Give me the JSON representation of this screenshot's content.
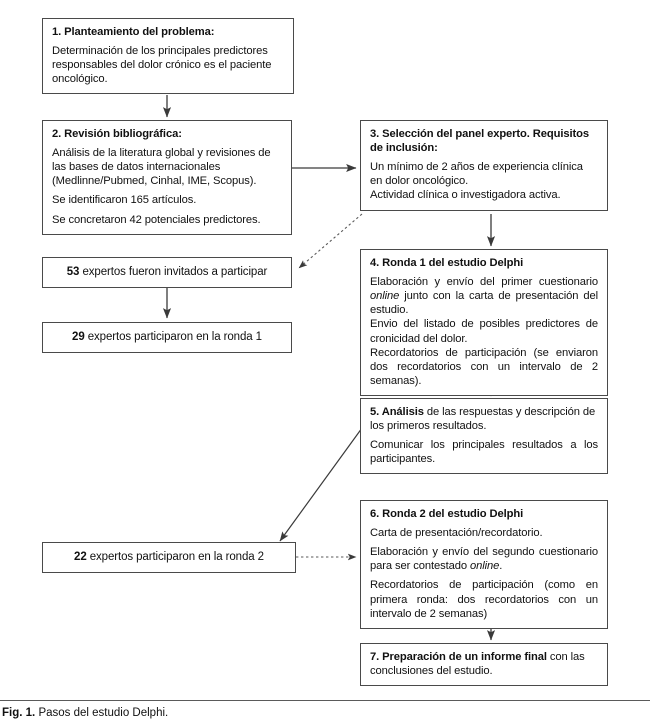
{
  "figure": {
    "caption_label": "Fig. 1.",
    "caption_text": "Pasos del estudio Delphi."
  },
  "colors": {
    "box_border": "#4a4a4a",
    "arrow": "#3a3a3a",
    "text": "#111111",
    "background": "#ffffff"
  },
  "nodes": {
    "step1": {
      "heading": "1. Planteamiento del problema:",
      "body1": "Determinación de los principales predictores responsables del dolor crónico es el paciente oncológico."
    },
    "step2": {
      "heading": "2. Revisión bibliográfica:",
      "body1": "Análisis de la literatura global y revisiones de las bases de datos internacionales (Medlinne/Pubmed, Cinhal, IME, Scopus).",
      "body2": "Se identificaron 165 artículos.",
      "body3": "Se concretaron 42 potenciales predictores."
    },
    "step3": {
      "heading": "3. Selección del panel experto. Requisitos de inclusión:",
      "body1": "Un mínimo de 2 años de experiencia clínica en dolor oncológico.",
      "body2": "Actividad clínica o investigadora activa."
    },
    "step4": {
      "heading": "4. Ronda 1 del estudio Delphi",
      "body1_a": "Elaboración y envío del primer cuestionario ",
      "body1_em": "online",
      "body1_b": " junto con la carta de presentación del estudio.",
      "body2": "Envio del listado de posibles predictores de cronicidad del dolor.",
      "body3": "Recordatorios de participación (se enviaron dos recordatorios con un intervalo de 2 semanas)."
    },
    "step5": {
      "heading_num": "5. Análisis",
      "heading_rest": " de las respuestas y descripción de los primeros resultados.",
      "body1": "Comunicar los principales resultados a los participantes."
    },
    "step6": {
      "heading": "6. Ronda 2 del estudio Delphi",
      "body1": "Carta de presentación/recordatorio.",
      "body2_a": "Elaboración y envío del segundo cuestionario para ser contestado ",
      "body2_em": "online",
      "body2_b": ".",
      "body3": "Recordatorios de participación (como en primera ronda: dos recordatorios con un intervalo de 2 semanas)"
    },
    "step7": {
      "heading_num": "7. Preparación de un informe final",
      "heading_rest": " con las conclusiones del estudio."
    },
    "invited": {
      "count": "53",
      "label": " expertos fueron invitados a participar"
    },
    "round1_participants": {
      "count": "29",
      "label": " expertos participaron en la ronda 1"
    },
    "round2_participants": {
      "count": "22",
      "label": " expertos participaron en la ronda 2"
    }
  },
  "connectors": [
    {
      "id": "step1-to-step2",
      "style": "solid",
      "from": "step1",
      "to": "step2"
    },
    {
      "id": "step2-to-step3",
      "style": "solid",
      "from": "step2",
      "to": "step3"
    },
    {
      "id": "step3-to-invited",
      "style": "dotted",
      "from": "step3",
      "to": "invited"
    },
    {
      "id": "step3-to-step4",
      "style": "solid",
      "from": "step3",
      "to": "step4"
    },
    {
      "id": "invited-to-round1",
      "style": "solid",
      "from": "invited",
      "to": "round1_participants"
    },
    {
      "id": "step4-to-step5",
      "style": "solid",
      "from": "step4",
      "to": "step5"
    },
    {
      "id": "step5-to-round2",
      "style": "solid",
      "from": "step5",
      "to": "round2_participants"
    },
    {
      "id": "round2-to-step6",
      "style": "dotted",
      "from": "round2_participants",
      "to": "step6"
    },
    {
      "id": "step6-to-step7",
      "style": "solid",
      "from": "step6",
      "to": "step7"
    }
  ]
}
